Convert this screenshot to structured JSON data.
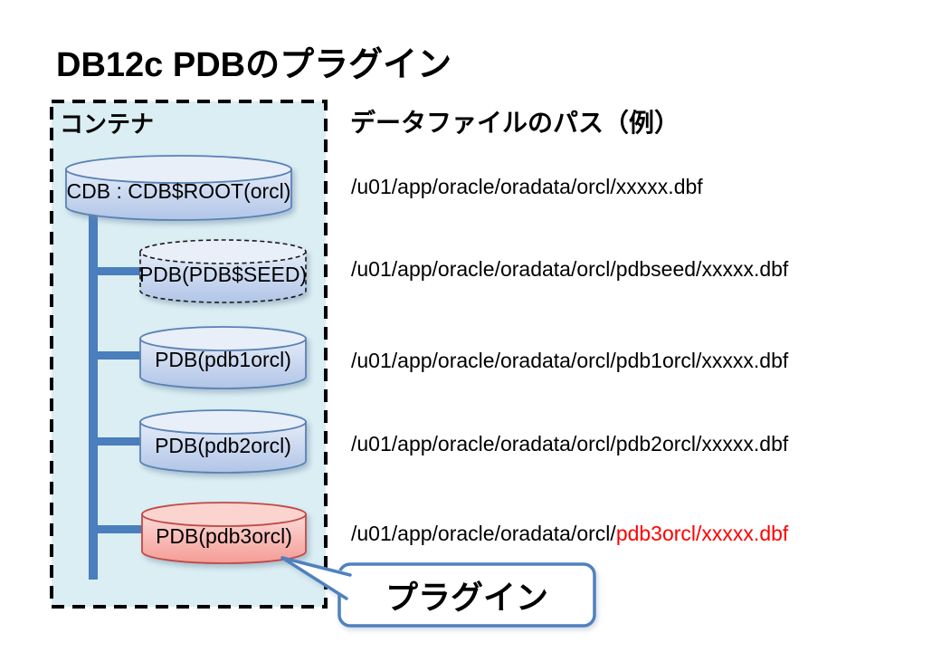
{
  "page": {
    "title": "DB12c PDBのプラグイン"
  },
  "container": {
    "label": "コンテナ",
    "fill_color": "#daeef3",
    "border_color": "#000000"
  },
  "diagram": {
    "connector_color": "#4a7ebc",
    "cylinders": [
      {
        "id": "cdb",
        "label": "CDB : CDB$ROOT(orcl)",
        "style": "blue-solid"
      },
      {
        "id": "pdbseed",
        "label": "PDB(PDB$SEED)",
        "style": "blue-dashed"
      },
      {
        "id": "pdb1",
        "label": "PDB(pdb1orcl)",
        "style": "blue-solid"
      },
      {
        "id": "pdb2",
        "label": "PDB(pdb2orcl)",
        "style": "blue-solid"
      },
      {
        "id": "pdb3",
        "label": "PDB(pdb3orcl)",
        "style": "red-solid"
      }
    ]
  },
  "paths_panel": {
    "heading": "データファイルのパス（例）",
    "rows": [
      {
        "text": "/u01/app/oracle/oradata/orcl/xxxxx.dbf"
      },
      {
        "text": "/u01/app/oracle/oradata/orcl/pdbseed/xxxxx.dbf"
      },
      {
        "text": "/u01/app/oracle/oradata/orcl/pdb1orcl/xxxxx.dbf"
      },
      {
        "text": "/u01/app/oracle/oradata/orcl/pdb2orcl/xxxxx.dbf"
      },
      {
        "prefix": "/u01/app/oracle/oradata/orcl/",
        "highlight": "pdb3orcl/xxxxx.dbf"
      }
    ]
  },
  "callout": {
    "label": "プラグイン",
    "border_color": "#4f81bd"
  },
  "colors": {
    "accent_blue": "#4f81bd",
    "cylinder_blue_border": "#5a82b4",
    "cylinder_red_border": "#bf4b47",
    "highlight_red": "#ff0000",
    "container_fill": "#daeef3"
  }
}
